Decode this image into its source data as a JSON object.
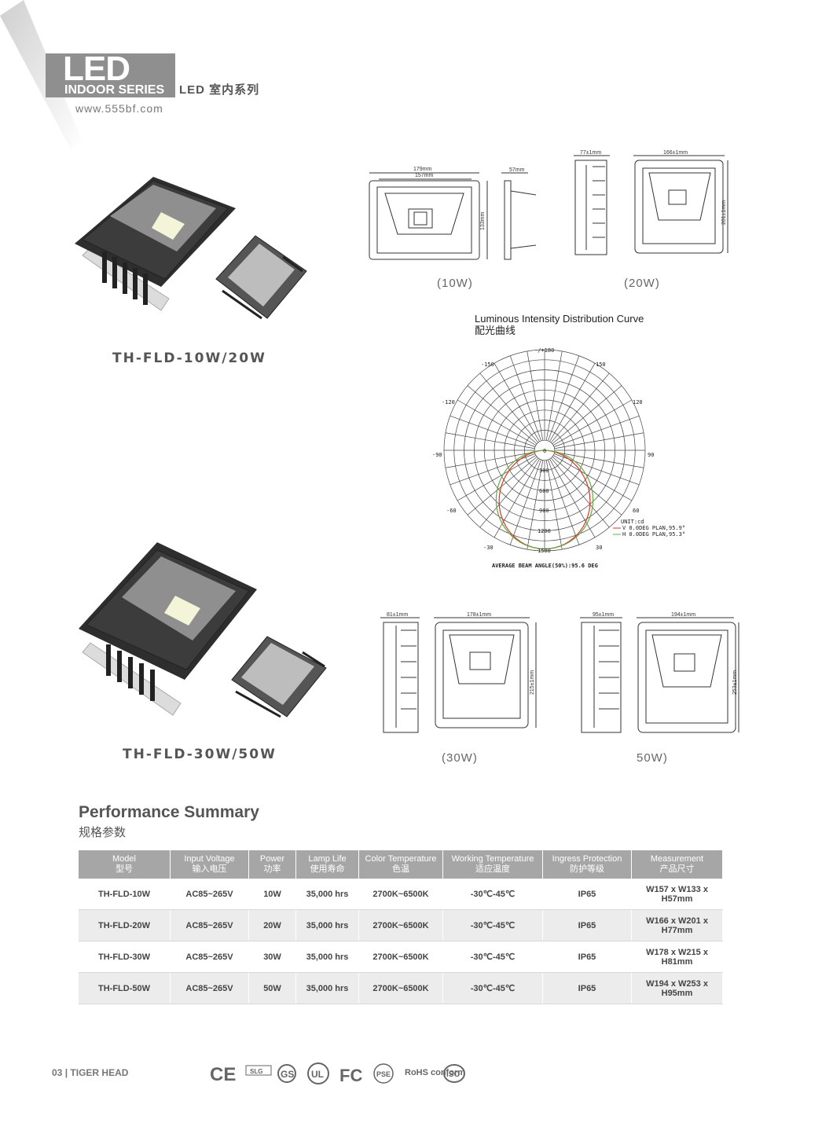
{
  "header": {
    "led": "LED",
    "series": "INDOOR SERIES",
    "series_cn": "LED 室内系列",
    "url": "www.555bf.com"
  },
  "products": [
    {
      "model_label": "TH-FLD-10W/20W",
      "captions": [
        "(10W)",
        "(20W)"
      ]
    },
    {
      "model_label": "TH-FLD-30W/50W",
      "captions": [
        "(30W)",
        "50W)"
      ]
    }
  ],
  "drawings": {
    "d10w": {
      "w_outer": "179mm",
      "w_inner": "157mm",
      "depth": "57mm",
      "height": "133mm"
    },
    "d20w": {
      "depth": "77±1mm",
      "width": "166±1mm",
      "height": "201±1mm"
    },
    "d30w": {
      "depth": "81±1mm",
      "width": "178±1mm",
      "height": "215±1mm"
    },
    "d50w": {
      "depth": "95±1mm",
      "width": "194±1mm",
      "height": "253±1mm"
    }
  },
  "polar": {
    "title": "Luminous Intensity Distribution Curve",
    "title_cn": "配光曲线",
    "angle_top": "-/+180",
    "angles": [
      "-150",
      "150",
      "-120",
      "120",
      "-90",
      "90",
      "-60",
      "60",
      "-30",
      "30",
      "0"
    ],
    "radial_labels": [
      "300",
      "600",
      "900",
      "1200",
      "1500"
    ],
    "unit": "UNIT:cd",
    "legend": [
      {
        "label": "V 0.0DEG PLAN,95.9°",
        "color": "#d43a2a"
      },
      {
        "label": "H 0.0DEG PLAN,95.3°",
        "color": "#6aa845"
      }
    ],
    "footer": "AVERAGE BEAM ANGLE(50%):95.6 DEG"
  },
  "performance": {
    "title": "Performance Summary",
    "title_cn": "规格参数",
    "headers": [
      {
        "en": "Model",
        "cn": "型号"
      },
      {
        "en": "Input Voltage",
        "cn": "输入电压"
      },
      {
        "en": "Power",
        "cn": "功率"
      },
      {
        "en": "Lamp Life",
        "cn": "使用寿命"
      },
      {
        "en": "Color Temperature",
        "cn": "色温"
      },
      {
        "en": "Working Temperature",
        "cn": "适应温度"
      },
      {
        "en": "Ingress Protection",
        "cn": "防护等级"
      },
      {
        "en": "Measurement",
        "cn": "产品尺寸"
      }
    ],
    "rows": [
      [
        "TH-FLD-10W",
        "AC85~265V",
        "10W",
        "35,000 hrs",
        "2700K~6500K",
        "-30℃-45℃",
        "IP65",
        "W157 x W133 x H57mm"
      ],
      [
        "TH-FLD-20W",
        "AC85~265V",
        "20W",
        "35,000 hrs",
        "2700K~6500K",
        "-30℃-45℃",
        "IP65",
        "W166 x W201 x H77mm"
      ],
      [
        "TH-FLD-30W",
        "AC85~265V",
        "30W",
        "35,000 hrs",
        "2700K~6500K",
        "-30℃-45℃",
        "IP65",
        "W178 x W215 x H81mm"
      ],
      [
        "TH-FLD-50W",
        "AC85~265V",
        "50W",
        "35,000 hrs",
        "2700K~6500K",
        "-30℃-45℃",
        "IP65",
        "W194 x W253 x H95mm"
      ]
    ]
  },
  "footer": {
    "page": "03",
    "brand": "TIGER HEAD"
  },
  "certifications": [
    "CE",
    "SLG",
    "GS",
    "UL",
    "FC",
    "PSE",
    "RoHS conform",
    "ISO"
  ]
}
